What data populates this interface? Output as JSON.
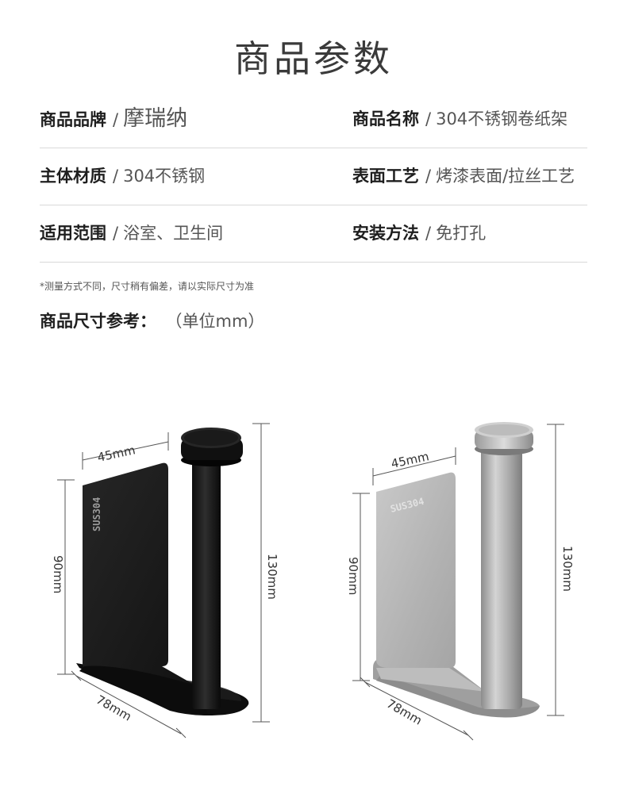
{
  "page_title": "商品参数",
  "separator": "/",
  "specs": [
    {
      "label": "商品品牌",
      "value": "摩瑞纳"
    },
    {
      "label": "商品名称",
      "value": "304不锈钢卷纸架"
    },
    {
      "label": "主体材质",
      "value": "304不锈钢"
    },
    {
      "label": "表面工艺",
      "value": "烤漆表面/拉丝工艺"
    },
    {
      "label": "适用范围",
      "value": "浴室、卫生间"
    },
    {
      "label": "安装方法",
      "value": "免打孔"
    }
  ],
  "note": "*测量方式不同，尺寸稍有偏差，请以实际尺寸为准",
  "dimensions": {
    "label": "商品尺寸参考：",
    "unit": "（单位mm）"
  },
  "products": [
    {
      "color": "#1b1b1b",
      "marking": "SUS304",
      "width_label": "45mm",
      "height_label": "90mm",
      "total_height_label": "130mm",
      "depth_label": "78mm"
    },
    {
      "color": "#b4b4b4",
      "marking": "SUS304",
      "width_label": "45mm",
      "height_label": "90mm",
      "total_height_label": "130mm",
      "depth_label": "78mm"
    }
  ]
}
